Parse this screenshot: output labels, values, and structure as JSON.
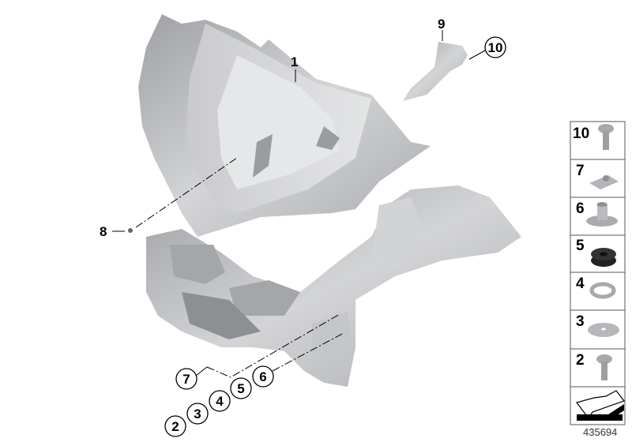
{
  "diagram_number": "435694",
  "callouts": {
    "c1": "1",
    "c2": "2",
    "c3": "3",
    "c4": "4",
    "c5": "5",
    "c6": "6",
    "c7": "7",
    "c8": "8",
    "c9": "9",
    "c10": "10"
  },
  "legend": [
    {
      "label": "10",
      "icon": "screw-icon"
    },
    {
      "label": "7",
      "icon": "clip-nut-icon"
    },
    {
      "label": "6",
      "icon": "spacer-sleeve-icon"
    },
    {
      "label": "5",
      "icon": "rubber-grommet-icon"
    },
    {
      "label": "4",
      "icon": "spring-washer-icon"
    },
    {
      "label": "3",
      "icon": "flat-washer-icon"
    },
    {
      "label": "2",
      "icon": "screw-icon"
    },
    {
      "label": "",
      "icon": "arrow-symbol-icon"
    }
  ],
  "colors": {
    "part": "#b9bbbe",
    "part_light": "#d8d9db",
    "part_dark": "#8e9094",
    "line": "#000000"
  }
}
